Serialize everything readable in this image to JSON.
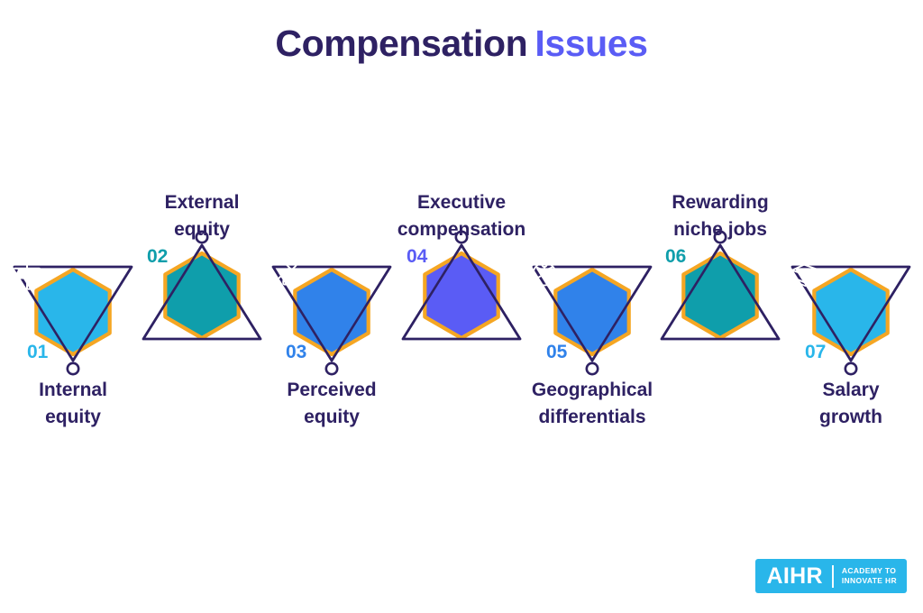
{
  "title": {
    "main": "Compensation",
    "accent": "Issues",
    "main_color": "#2e2163",
    "accent_color": "#5a5cf5"
  },
  "palette": {
    "light_blue": "#29b6ea",
    "teal": "#0f9eab",
    "blue": "#3082ea",
    "periwinkle": "#5a5cf5",
    "navy": "#2e2163",
    "gold": "#f5a623",
    "background": "#ffffff"
  },
  "items": [
    {
      "number": "01",
      "label_line1": "Internal",
      "label_line2": "equity",
      "icon": "scales-of-justice-icon",
      "fill": "#29b6ea",
      "number_color": "#29b6ea",
      "orientation": "down"
    },
    {
      "number": "02",
      "label_line1": "External",
      "label_line2": "equity",
      "icon": "exchange-arrows-icon",
      "fill": "#0f9eab",
      "number_color": "#0f9eab",
      "orientation": "up"
    },
    {
      "number": "03",
      "label_line1": "Perceived",
      "label_line2": "equity",
      "icon": "gavel-icon",
      "fill": "#3082ea",
      "number_color": "#3082ea",
      "orientation": "down"
    },
    {
      "number": "04",
      "label_line1": "Executive",
      "label_line2": "compensation",
      "icon": "hand-holding-coin-icon",
      "fill": "#5a5cf5",
      "number_color": "#5a5cf5",
      "orientation": "up"
    },
    {
      "number": "05",
      "label_line1": "Geographical",
      "label_line2": "differentials",
      "icon": "globe-network-icon",
      "fill": "#3082ea",
      "number_color": "#3082ea",
      "orientation": "down"
    },
    {
      "number": "06",
      "label_line1": "Rewarding",
      "label_line2": "niche jobs",
      "icon": "trophy-star-icon",
      "fill": "#0f9eab",
      "number_color": "#0f9eab",
      "orientation": "up"
    },
    {
      "number": "07",
      "label_line1": "Salary",
      "label_line2": "growth",
      "icon": "money-stack-icon",
      "fill": "#29b6ea",
      "number_color": "#29b6ea",
      "orientation": "down"
    }
  ],
  "logo": {
    "mark": "AIHR",
    "tagline_line1": "ACADEMY TO",
    "tagline_line2": "INNOVATE HR",
    "background": "#29b6ea"
  }
}
